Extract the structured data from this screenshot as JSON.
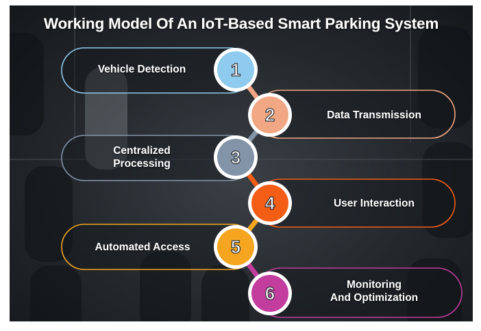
{
  "title": "Working Model Of An IoT-Based Smart Parking System",
  "steps": [
    {
      "number": "1",
      "label_lines": [
        "Vehicle Detection"
      ],
      "color": "#8fcbee"
    },
    {
      "number": "2",
      "label_lines": [
        "Data Transmission"
      ],
      "color": "#f1a783"
    },
    {
      "number": "3",
      "label_lines": [
        "Centralized",
        "Processing"
      ],
      "color": "#8494a8"
    },
    {
      "number": "4",
      "label_lines": [
        "User Interaction"
      ],
      "color": "#f45d16"
    },
    {
      "number": "5",
      "label_lines": [
        "Automated Access"
      ],
      "color": "#f5a51f"
    },
    {
      "number": "6",
      "label_lines": [
        "Monitoring",
        "And Optimization"
      ],
      "color": "#c23d9e"
    }
  ]
}
